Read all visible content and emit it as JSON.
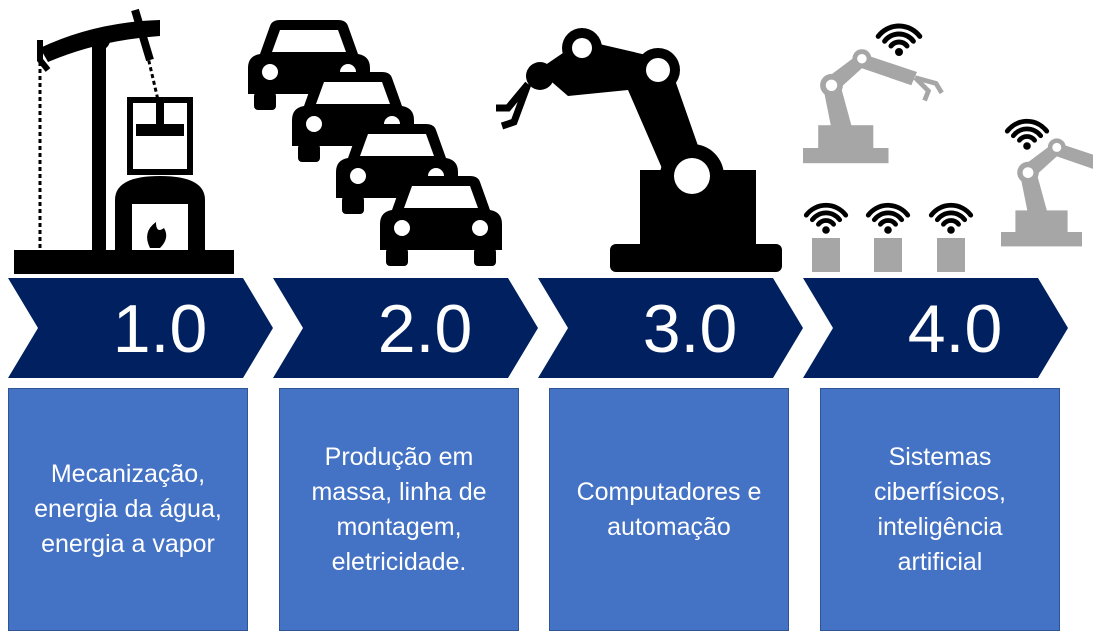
{
  "colors": {
    "chevron": "#002060",
    "box": "#4472c4",
    "icon_black": "#000000",
    "icon_gray": "#a6a6a6",
    "text": "#ffffff"
  },
  "stages": [
    {
      "version": "1.0",
      "description": "Mecanização,\nenergia da água,\nenergia a vapor",
      "icon": "steam-engine-icon"
    },
    {
      "version": "2.0",
      "description": "Produção em\nmassa, linha de\nmontagem,\neletricidade.",
      "icon": "car-assembly-line-icon"
    },
    {
      "version": "3.0",
      "description": "Computadores e\nautomação",
      "icon": "robot-arm-icon"
    },
    {
      "version": "4.0",
      "description": "Sistemas\nciberfísicos,\ninteligência\nartificial",
      "icon": "connected-robots-icon"
    }
  ]
}
